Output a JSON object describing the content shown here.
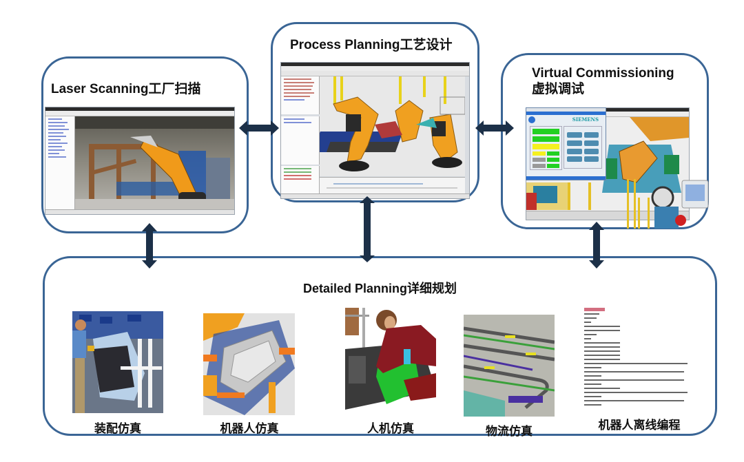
{
  "diagram": {
    "colors": {
      "box_border": "#3a6595",
      "arrow": "#1c3048",
      "program_heading": "#c0304a"
    },
    "stages": [
      {
        "id": "laser-scanning",
        "title": "Laser Scanning工厂扫描"
      },
      {
        "id": "process-planning",
        "title": "Process Planning工艺设计"
      },
      {
        "id": "virtual-commissioning",
        "title_line1": "Virtual Commissioning",
        "title_line2": "虚拟调试"
      },
      {
        "id": "detailed-planning",
        "title": "Detailed Planning详细规划"
      }
    ],
    "virtual_commissioning_hmi": {
      "brand": "SIEMENS"
    },
    "detailed_planning_items": [
      {
        "label": "装配仿真",
        "icon": "assembly-simulation-image"
      },
      {
        "label": "机器人仿真",
        "icon": "robot-simulation-image"
      },
      {
        "label": "人机仿真",
        "icon": "human-simulation-image"
      },
      {
        "label": "物流仿真",
        "icon": "logistics-simulation-image"
      },
      {
        "label": "机器人离线编程",
        "icon": "robot-offline-programming-image"
      }
    ],
    "connections": [
      {
        "from": "laser-scanning",
        "to": "process-planning",
        "type": "bidirectional"
      },
      {
        "from": "process-planning",
        "to": "virtual-commissioning",
        "type": "bidirectional"
      },
      {
        "from": "laser-scanning",
        "to": "detailed-planning",
        "type": "bidirectional"
      },
      {
        "from": "process-planning",
        "to": "detailed-planning",
        "type": "bidirectional"
      },
      {
        "from": "virtual-commissioning",
        "to": "detailed-planning",
        "type": "bidirectional"
      }
    ]
  }
}
